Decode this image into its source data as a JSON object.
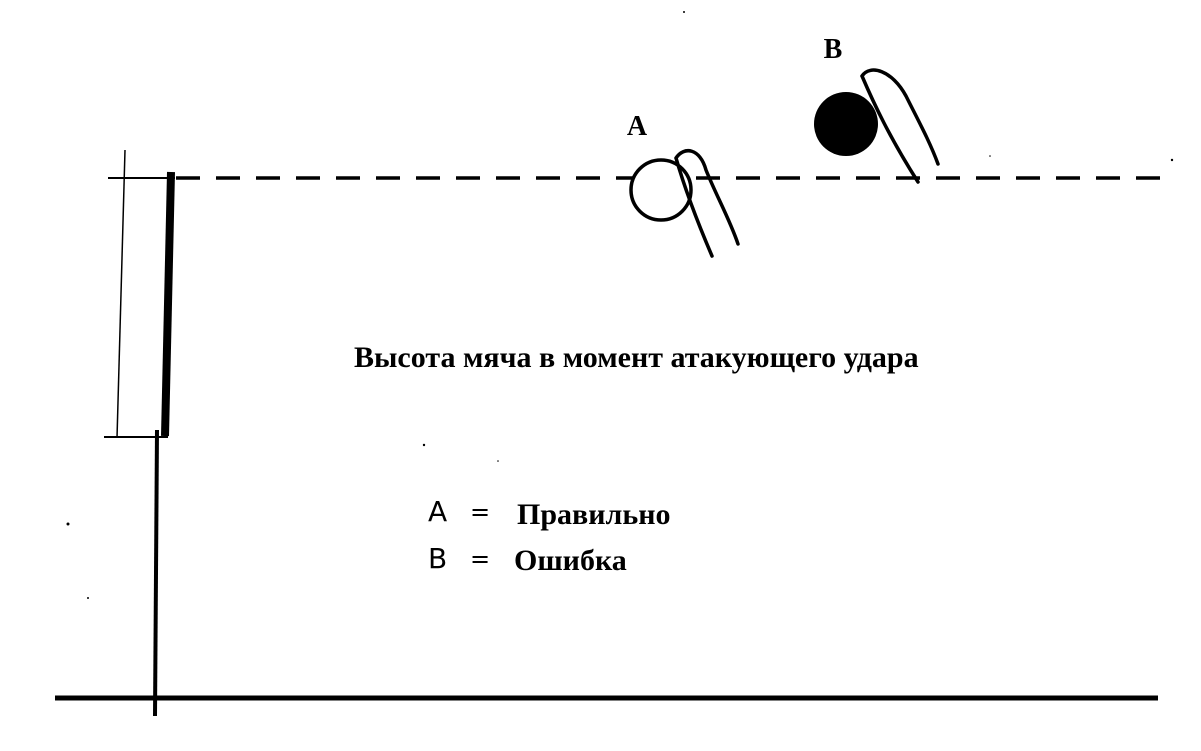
{
  "title": "Высота мяча в момент атакующего удара",
  "ball_a": {
    "label": "A",
    "fill": "#ffffff"
  },
  "ball_b": {
    "label": "B",
    "fill": "#000000"
  },
  "legend": {
    "row_a": {
      "key": "A",
      "sep": "=",
      "text": "Правильно"
    },
    "row_b": {
      "key": "B",
      "sep": "=",
      "text": "Ошибка"
    }
  },
  "colors": {
    "ink": "#000000",
    "background": "#ffffff"
  }
}
